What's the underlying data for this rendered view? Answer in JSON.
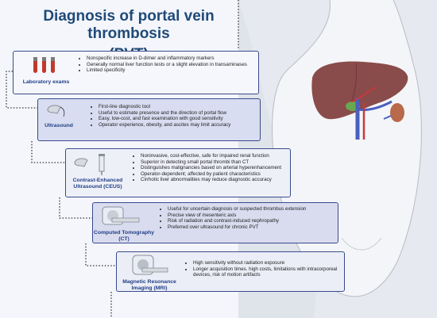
{
  "title": {
    "line1": "Diagnosis of portal vein thrombosis",
    "line2": "(PVT)"
  },
  "colors": {
    "title": "#1f4a78",
    "card_border": "#3a4a8c",
    "label": "#1f3f86",
    "liver": "#8a4b4b",
    "vein": "#4a5fbf",
    "artery": "#c23b3b"
  },
  "sections": [
    {
      "label": "Laboratory exams",
      "icon": "test-tubes-icon",
      "bullets": [
        "Nonspecific increase in D-dimer and inflammatory markers",
        "Generally normal liver function tests or a slight elevation in transaminases",
        "Limited specificity"
      ]
    },
    {
      "label": "Ultrasound",
      "icon": "ultrasound-probe-icon",
      "bullets": [
        "First-line diagnostic tool",
        "Useful to estimate presence and the direction of portal flow",
        "Easy, low-cost, and fast examination with good sensitivity",
        "Operator experience, obesity, and ascites may limit accuracy"
      ]
    },
    {
      "label_line1": "Contrast-Enhanced",
      "label_line2": "Ultrasound (CEUS)",
      "icon": "syringe-probe-icon",
      "bullets": [
        "Noninvasive, cost-effective, safe for impaired renal function",
        "Superior in detecting small portal thrombi than CT",
        "Distinguishes malignancies based on arterial hyperenhancement",
        "Operator-dependent; affected by patient characteristics",
        "Cirrhotic liver abnormalities may reduce diagnostic accuracy"
      ]
    },
    {
      "label_line1": "Computed Tomography",
      "label_line2": "(CT)",
      "icon": "ct-scanner-icon",
      "bullets": [
        "Useful for uncertain diagnosis or suspected thrombus extension",
        "Precise view of mesenteric axis",
        "Risk of radiation and contrast-induced nephropathy",
        "Preferred over ultrasound for chronic PVT"
      ]
    },
    {
      "label_line1": "Magnetic Resonance",
      "label_line2": "Imaging (MRI)",
      "icon": "mri-scanner-icon",
      "bullets": [
        "High sensitivity without radiation exposure",
        "Longer acquisition times. high costs, limitations with intracorporeal devices, risk of motion artifacts"
      ]
    }
  ]
}
